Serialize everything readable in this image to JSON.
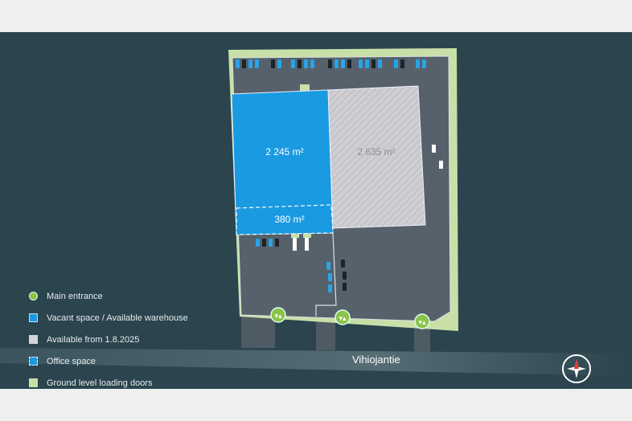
{
  "units": {
    "warehouse_available": {
      "area": "2 245 m²",
      "color": "#1a9ae0"
    },
    "warehouse_future": {
      "area": "2 635 m²",
      "color": "#c9c9cd"
    },
    "office": {
      "area": "380 m²",
      "color": "#1a9ae0"
    }
  },
  "road": {
    "name": "Vihiojantie"
  },
  "legend": [
    {
      "label": "Main entrance",
      "icon": "entrance-icon",
      "color": "#8bc34a"
    },
    {
      "label": "Vacant space / Available warehouse",
      "icon": "square",
      "color": "#1a9ae0"
    },
    {
      "label": "Available from 1.8.2025",
      "icon": "square",
      "color": "#d5d5d8"
    },
    {
      "label": "Office space",
      "icon": "dashed-square",
      "color": "#1a9ae0"
    },
    {
      "label": "Ground level loading doors",
      "icon": "square",
      "color": "#c8e0a8"
    }
  ],
  "compass": {
    "icon": "compass-icon"
  }
}
